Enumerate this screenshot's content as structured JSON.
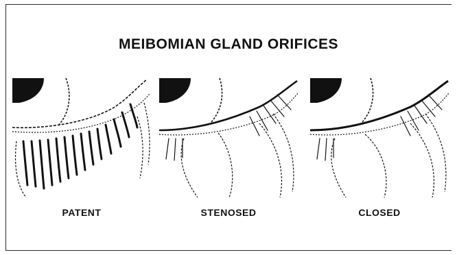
{
  "title": "MEIBOMIAN GLAND ORIFICES",
  "panels": [
    {
      "label": "PATENT"
    },
    {
      "label": "STENOSED"
    },
    {
      "label": "CLOSED"
    }
  ],
  "colors": {
    "ink": "#111111",
    "background": "#ffffff"
  }
}
